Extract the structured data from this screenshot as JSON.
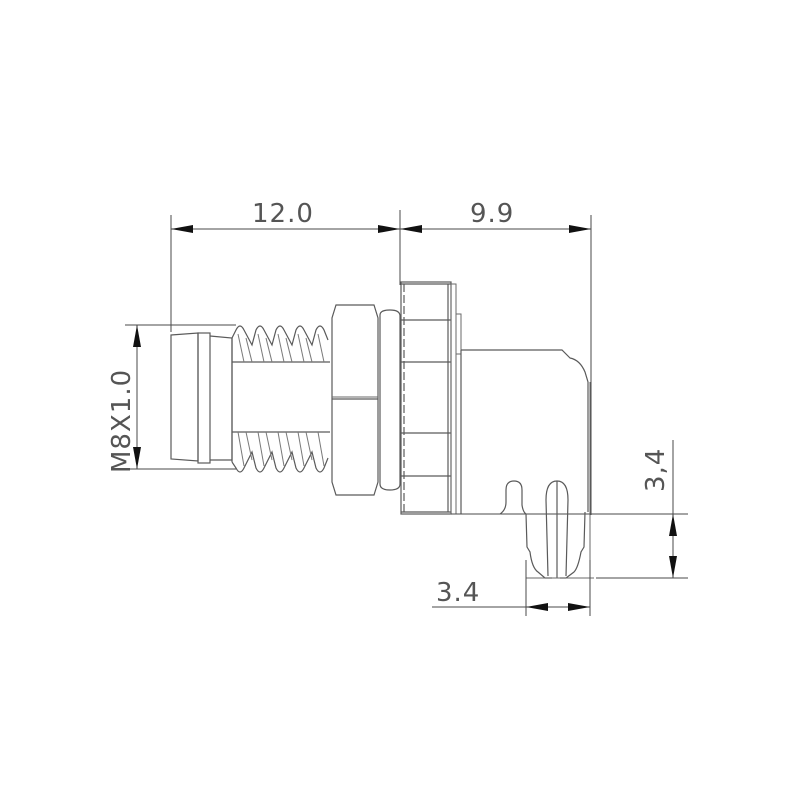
{
  "drawing": {
    "type": "mechanical-connector-side-view",
    "dimensions": {
      "overall_front_length": "12.0",
      "rear_body_length": "9.9",
      "thread_spec": "M8X1.0",
      "pin_height": "3,4",
      "pin_pitch": "3.4"
    },
    "colors": {
      "line": "#5a5a5a",
      "dimension_line": "#4a4a4a",
      "arrowhead": "#111111",
      "text": "#555555",
      "background": "#ffffff"
    }
  }
}
